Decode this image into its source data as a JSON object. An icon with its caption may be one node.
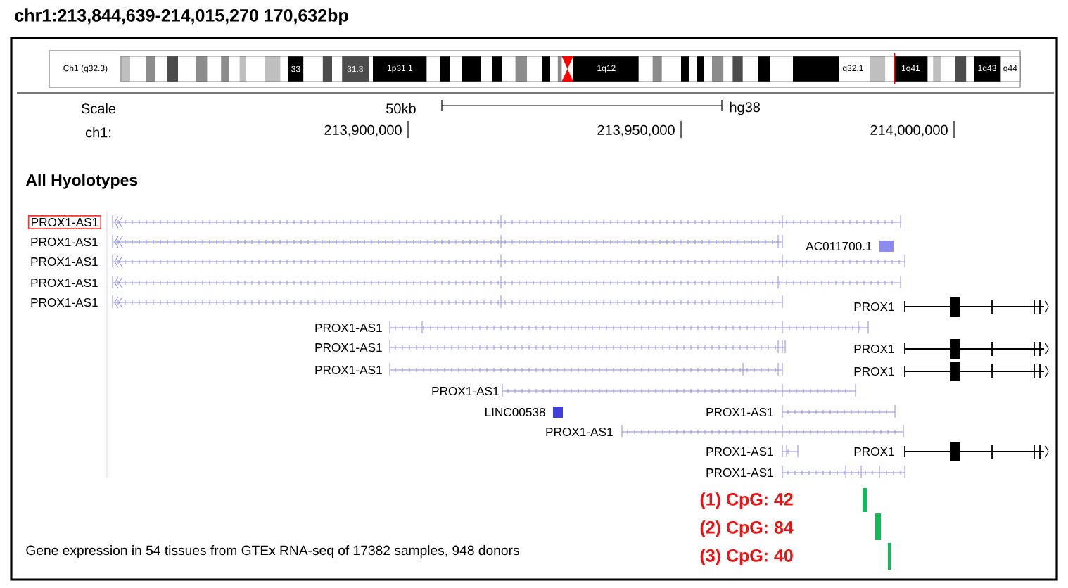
{
  "diagram": {
    "title": "chr1:213,844,639-214,015,270 170,632bp",
    "nodes": [
      {
        "text": [
          "PROX1-AS1"
        ]
      }
    ],
    "labels": [
      "Ch1 (q32.3)",
      "33",
      "31.3",
      "1p31.1",
      "1q12",
      "q32.1",
      "1q41",
      "1q43",
      "q44",
      "Scale",
      "50kb",
      "hg38",
      "ch1:",
      "213,900,000",
      "213,950,000",
      "214,000,000",
      "All Hyolotypes",
      "PROX1-AS1",
      "AC011700.1",
      "PROX1-AS1",
      "PROX1-AS1",
      "PROX1-AS1",
      "PROX1",
      "PROX1-AS1",
      "PROX1-AS1",
      "PROX1",
      "PROX1-AS1",
      "PROX1",
      "PROX1-AS1",
      "LINC00538",
      "PROX1-AS1",
      "PROX1-AS1",
      "PROX1-AS1",
      "PROX1",
      "PROX1-AS1",
      "(1) CpG: 42",
      "(2) CpG: 84",
      "Gene expression in 54 tissues from GTEx RNA-seq of 17382 samples, 948 donors",
      "(3) CpG: 40"
    ]
  }
}
